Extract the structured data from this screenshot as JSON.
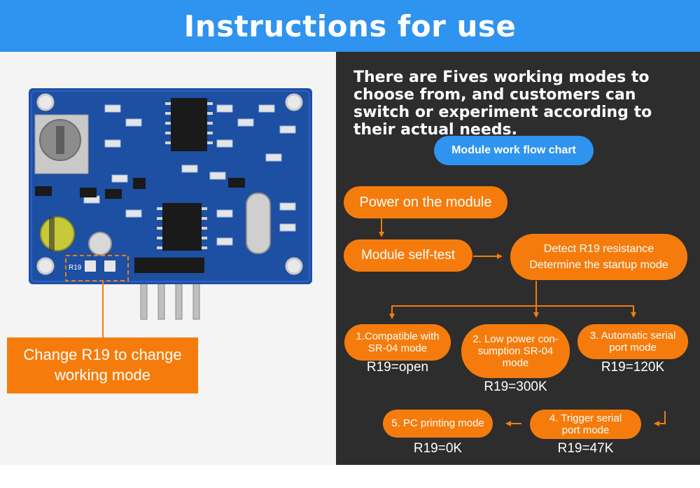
{
  "header": {
    "title": "Instructions for use"
  },
  "intro": "There are Fives working modes to choose from, and customers can switch or experiment according to their actual needs.",
  "flow_button": "Module work flow chart",
  "callout": "Change R19 to change working mode",
  "board": {
    "r19_label": "R19"
  },
  "flow": {
    "power_on": "Power on the module",
    "self_test": "Module self-test",
    "detect_line1": "Detect R19 resistance",
    "detect_line2": "Determine the startup mode"
  },
  "modes": [
    {
      "label": "1.Compatible with SR-04 mode",
      "value": "R19=open"
    },
    {
      "label": "2. Low power con-sumption SR-04 mode",
      "value": "R19=300K"
    },
    {
      "label": "3. Automatic serial port mode",
      "value": "R19=120K"
    },
    {
      "label": "4. Trigger serial port mode",
      "value": "R19=47K"
    },
    {
      "label": "5. PC printing mode",
      "value": "R19=0K"
    }
  ],
  "colors": {
    "header": "#2f93f0",
    "orange": "#f57c0c",
    "dark_panel": "#2d2d2d",
    "board": "#1d4fa3"
  }
}
